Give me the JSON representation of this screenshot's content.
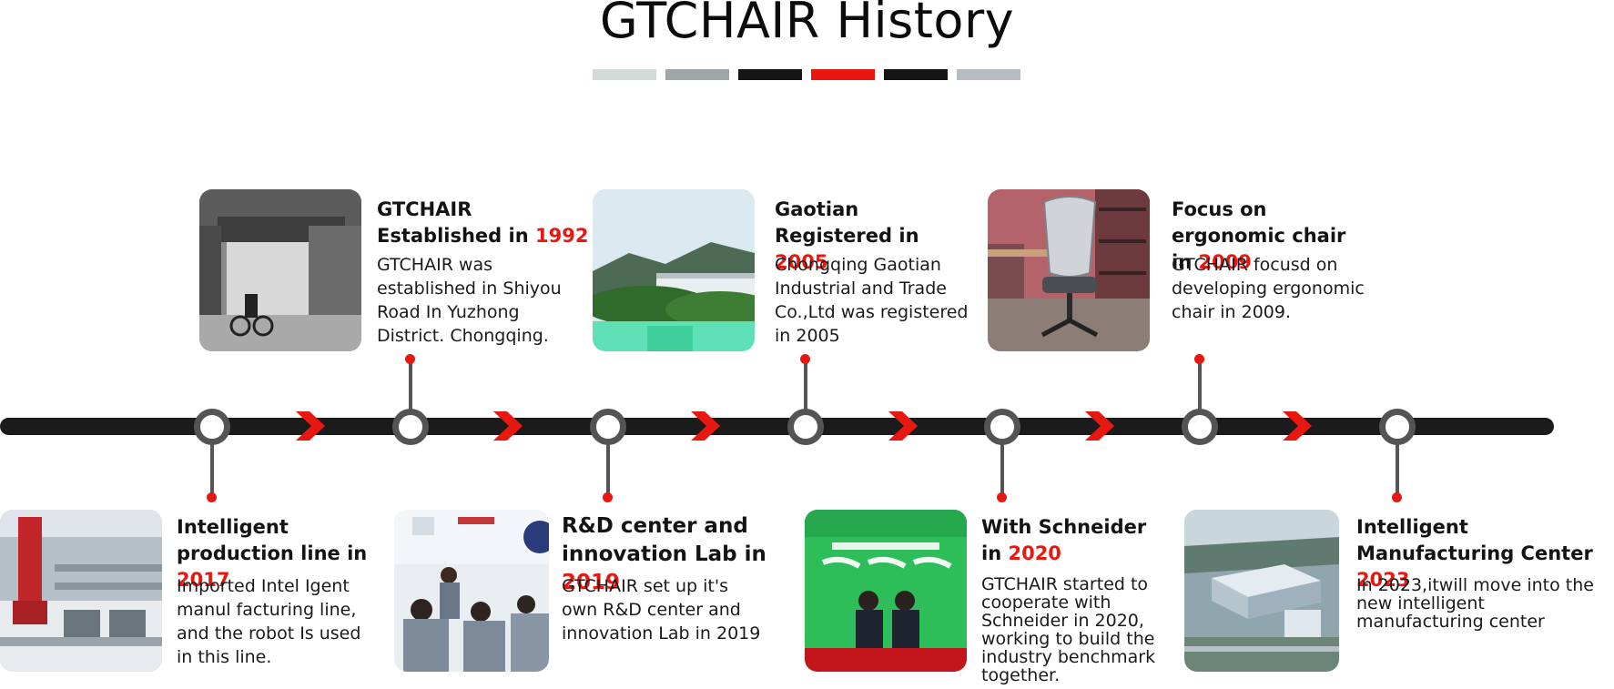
{
  "page": {
    "title": "GTCHAIR History"
  },
  "colors": {
    "accent": "#e8170f",
    "track": "#1b1b1b",
    "swatches": [
      "#d2dada",
      "#9ea6aa",
      "#161616",
      "#e8170f",
      "#161616",
      "#b3bcc0"
    ]
  },
  "events_top": [
    {
      "head": "GTCHAIR Established in ",
      "year": "1992",
      "desc": "GTCHAIR was established in Shiyou Road In Yuzhong District. Chongqing."
    },
    {
      "head": "Gaotian Registered in ",
      "year": "2005",
      "desc": "Chongqing Gaotian Industrial and Trade Co.,Ltd was registered in 2005"
    },
    {
      "head": "Focus on ergonomic chair in ",
      "year": "2009",
      "desc": "GTCHAIR focusd on developing ergonomic chair in 2009."
    }
  ],
  "events_bottom": [
    {
      "head": "Intelligent production line in ",
      "year": "2017",
      "desc": "Imported Intel Igent manul facturing line, and the robot Is used in this line."
    },
    {
      "head": "R&D center and innovation Lab in ",
      "year": "2019",
      "desc": "GTCHAIR set up it's own R&D center and innovation Lab in 2019"
    },
    {
      "head": "With Schneider in ",
      "year": "2020",
      "desc": "GTCHAIR started to cooperate with Schneider in 2020, working to build the industry benchmark together."
    },
    {
      "head": "Intelligent Manufacturing Center ",
      "year": "2023",
      "desc": "In 2023,itwill move into the new intelligent manufacturing center"
    }
  ]
}
